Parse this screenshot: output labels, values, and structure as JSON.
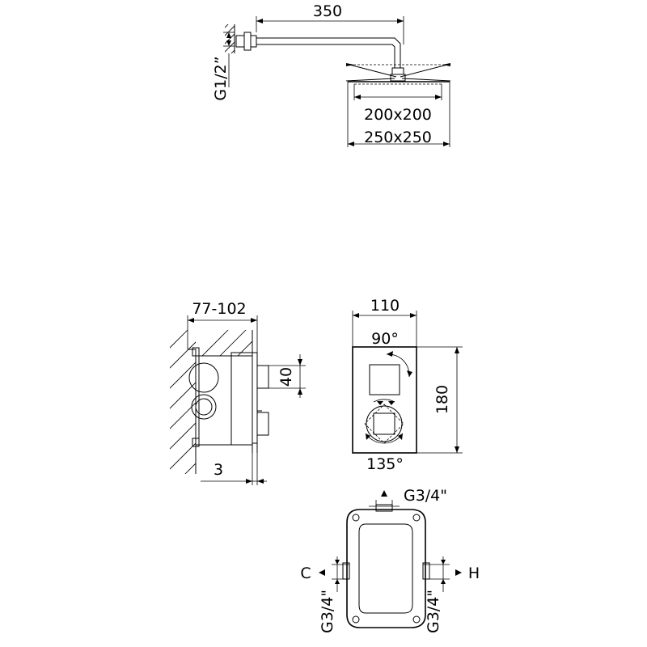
{
  "shower_head": {
    "arm_length": "350",
    "thread": "G1/2”",
    "head_size_inner": "200x200",
    "head_size_outer": "250x250"
  },
  "mixer_side": {
    "wall_depth": "77-102",
    "knob_spacing": "40",
    "plate_thickness": "3"
  },
  "mixer_front": {
    "width": "110",
    "height": "180",
    "top_rotation": "90°",
    "bottom_rotation": "135°"
  },
  "box_back": {
    "outlet_thread": "G3/4\"",
    "cold_label": "C",
    "hot_label": "H",
    "cold_thread": "G3/4\"",
    "hot_thread": "G3/4\""
  }
}
